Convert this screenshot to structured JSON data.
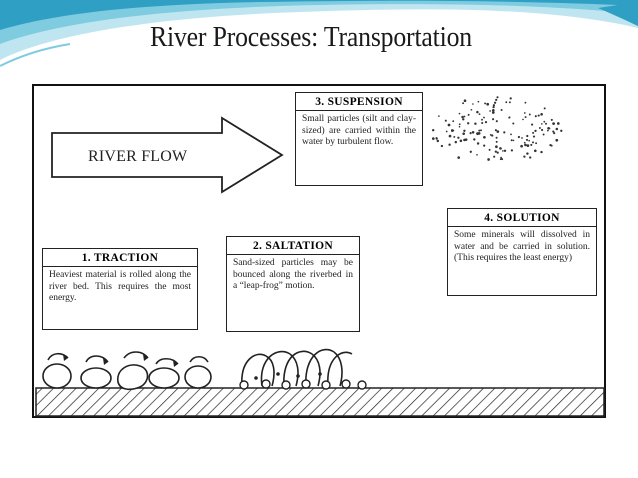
{
  "slide": {
    "title": "River Processes: Transportation"
  },
  "diagram": {
    "flow_label": "RIVER FLOW",
    "boxes": {
      "suspension": {
        "title": "3. SUSPENSION",
        "text": "Small particles (silt and clay-sized) are carried within the water by turbulent flow."
      },
      "traction": {
        "title": "1. TRACTION",
        "text": "Heaviest material is rolled along the river bed. This requires the most energy."
      },
      "saltation": {
        "title": "2. SALTATION",
        "text": "Sand-sized particles may be bounced along the riverbed in a “leap-frog” motion."
      },
      "solution": {
        "title": "4. SOLUTION",
        "text": "Some minerals will dissolved in water and be carried in solution. (This requires the least energy)"
      }
    }
  },
  "colors": {
    "accent_light": "#bfe6f0",
    "accent_mid": "#7fcbe0",
    "accent_dark": "#2f9fc4",
    "ink": "#111111"
  },
  "icons": [
    "river-flow-arrow",
    "suspension-particles",
    "traction-pebbles",
    "saltation-grains",
    "riverbed-hatching"
  ]
}
